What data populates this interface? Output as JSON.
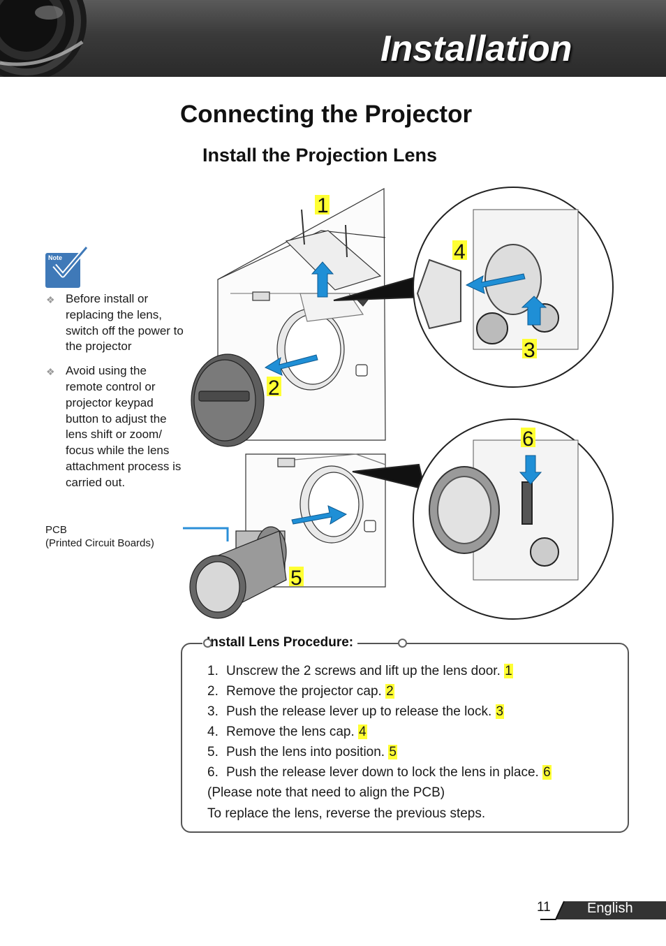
{
  "header": {
    "title": "Installation"
  },
  "section": {
    "title": "Connecting the Projector",
    "subtitle": "Install the Projection Lens"
  },
  "note": {
    "icon_label": "Note",
    "items": [
      "Before install or replacing the lens, switch off the power to the projector",
      "Avoid using the remote control or projector keypad button to adjust the lens shift or zoom/ focus while the lens attachment process is carried out."
    ]
  },
  "pcb": {
    "label": "PCB",
    "sublabel": "(Printed Circuit Boards)"
  },
  "figure": {
    "callouts": [
      "1",
      "2",
      "3",
      "4",
      "5",
      "6"
    ]
  },
  "procedure": {
    "title": "Install Lens Procedure:",
    "steps": [
      {
        "num": "1.",
        "text": "Unscrew the 2 screws and lift up the lens door.",
        "ref": "1"
      },
      {
        "num": "2.",
        "text": "Remove the projector cap.",
        "ref": "2"
      },
      {
        "num": "3.",
        "text": "Push the release lever up to release the lock.",
        "ref": "3"
      },
      {
        "num": "4.",
        "text": "Remove the lens cap.",
        "ref": "4"
      },
      {
        "num": "5.",
        "text": "Push the lens into position.",
        "ref": "5"
      },
      {
        "num": "6.",
        "text": "Push the release lever down to lock the lens in place.",
        "ref": "6"
      }
    ],
    "note": "(Please note that need to align the PCB)",
    "footer": "To replace the lens, reverse the previous steps."
  },
  "footer": {
    "page_number": "11",
    "language": "English"
  },
  "colors": {
    "highlight": "#ffff33",
    "arrow_blue": "#1f8fd6",
    "header_dark": "#2a2a2a"
  }
}
